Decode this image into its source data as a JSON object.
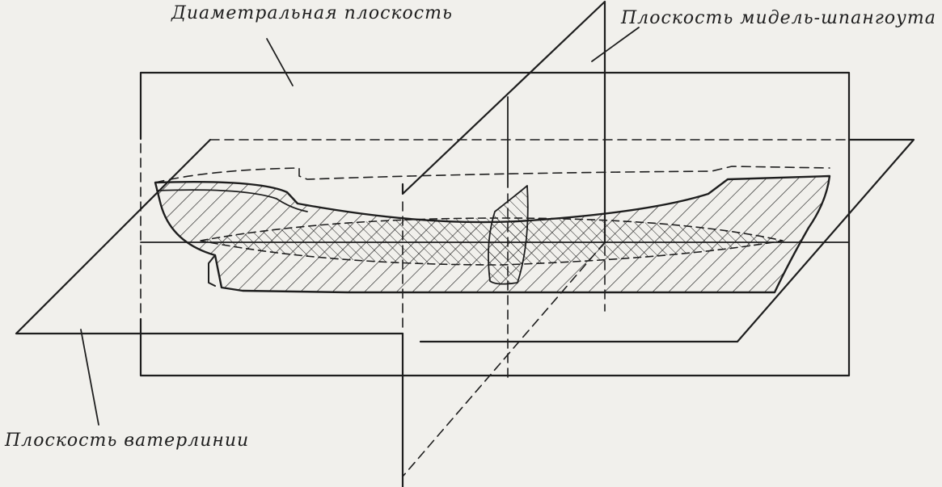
{
  "labels": {
    "centerline_plane": "Диаметральная плоскость",
    "midship_plane": "Плоскость мидель-шпангоута",
    "waterline_plane": "Плоскость ватерлинии"
  },
  "colors": {
    "paper": "#f1f0ec",
    "ink": "#1e1e1e"
  }
}
